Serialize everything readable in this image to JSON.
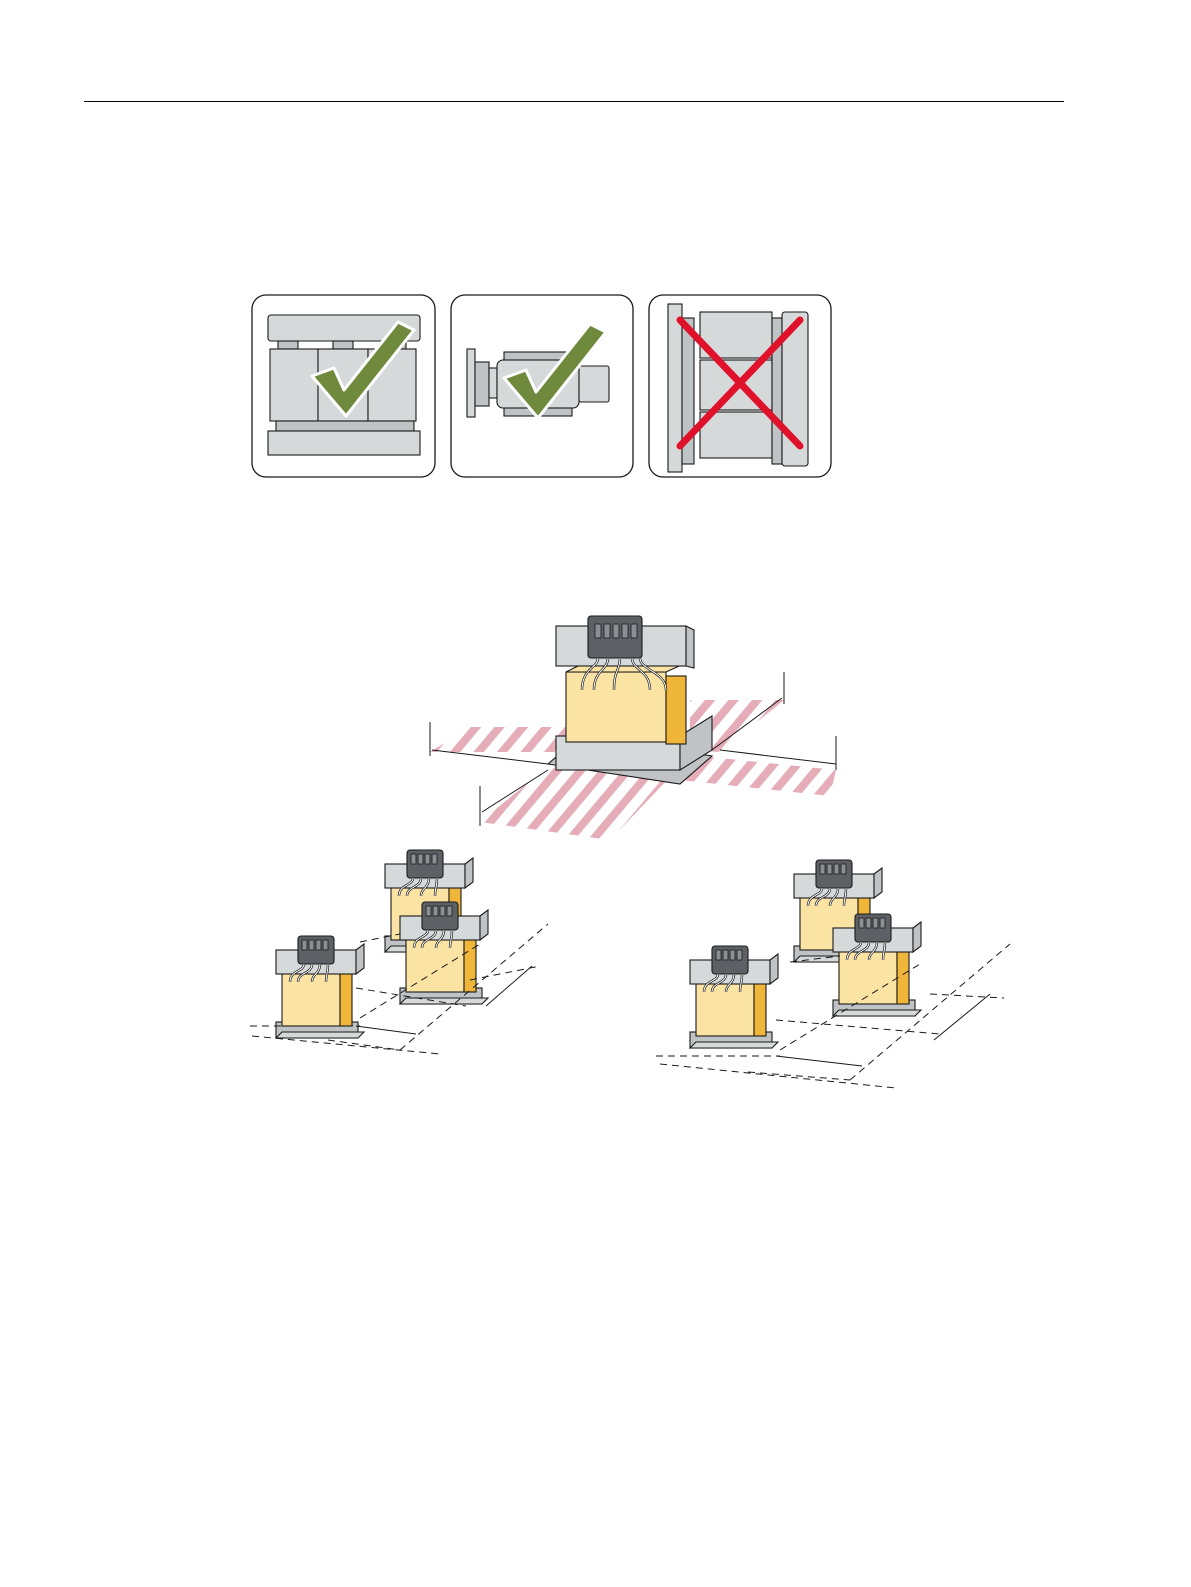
{
  "document": {
    "header_rule": true,
    "figures": [
      {
        "id": "mounting-orientations",
        "panels": [
          {
            "orientation": "horizontal-base",
            "verdict": "allowed",
            "mark": "check-icon",
            "mark_color": "#6f8a3d"
          },
          {
            "orientation": "wall-side",
            "verdict": "allowed",
            "mark": "check-icon",
            "mark_color": "#6f8a3d"
          },
          {
            "orientation": "vertical-upright",
            "verdict": "not-allowed",
            "mark": "cross-icon",
            "mark_color": "#e0112a"
          }
        ]
      },
      {
        "id": "clearance-zone",
        "description_icons": [
          "reactor-icon",
          "hatched-clearance-zone",
          "dimension-arrow-icon"
        ],
        "hatch_color": "#e3a9b4"
      },
      {
        "id": "installation-spacing",
        "groups": [
          {
            "units": 3,
            "arrangement": "staggered-small"
          },
          {
            "units": 3,
            "arrangement": "staggered-large"
          }
        ]
      }
    ]
  }
}
